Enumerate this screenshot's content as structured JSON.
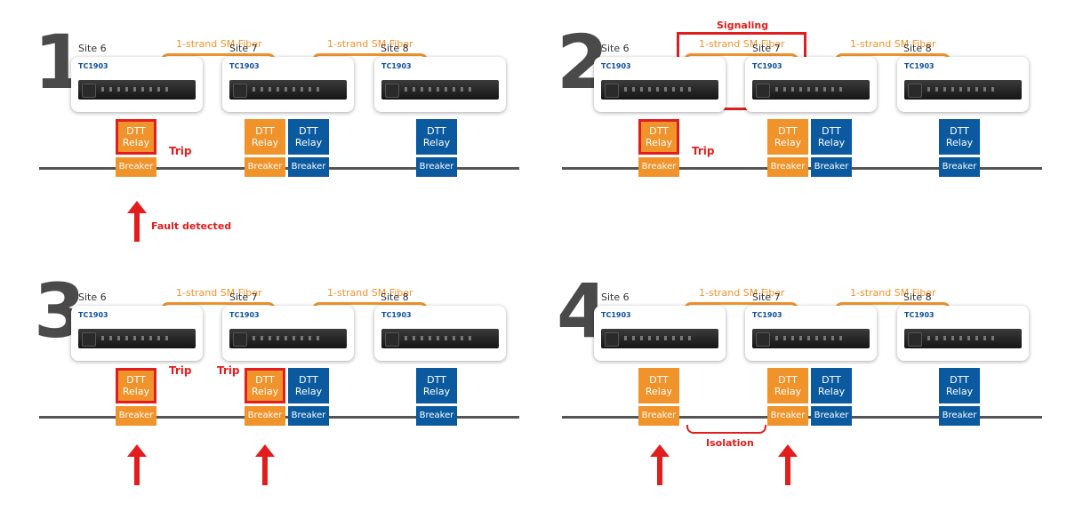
{
  "labels": {
    "sites": [
      "Site 6",
      "Site 7",
      "Site 8"
    ],
    "model": "TC1903",
    "fiber": "1-strand SM Fiber",
    "relay_line1": "DTT",
    "relay_line2": "Relay",
    "breaker": "Breaker",
    "trip": "Trip",
    "fault": "Fault detected",
    "signaling": "Signaling",
    "isolation": "Isolation"
  },
  "panels": [
    {
      "number": "1"
    },
    {
      "number": "2"
    },
    {
      "number": "3"
    },
    {
      "number": "4"
    }
  ],
  "colors": {
    "orange": "#f0932b",
    "blue": "#0b5aa0",
    "red": "#e31d1d"
  }
}
